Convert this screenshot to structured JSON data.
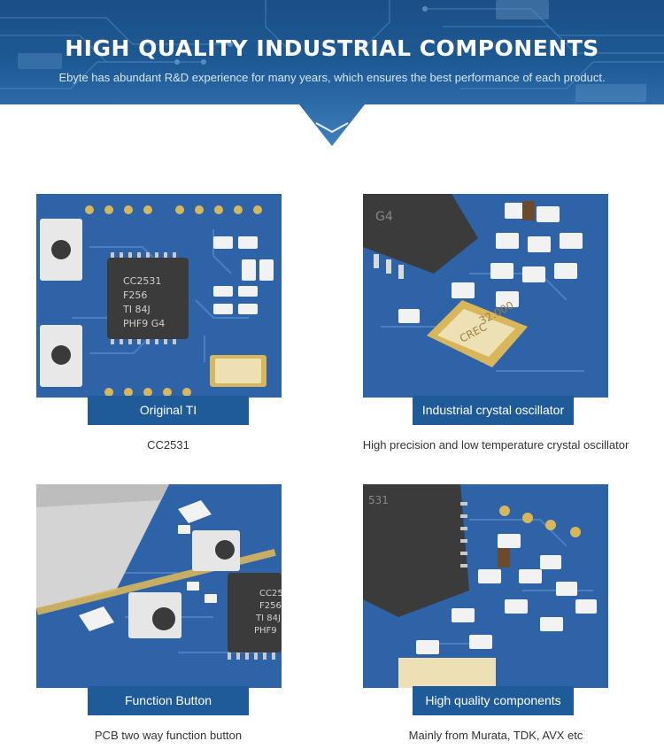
{
  "banner": {
    "title": "HIGH QUALITY INDUSTRIAL COMPONENTS",
    "subtitle": "Ebyte has abundant R&D experience for many years, which ensures the best performance of each product."
  },
  "cards": [
    {
      "label": "Original TI",
      "caption": "CC2531",
      "chip_text": [
        "CC2531",
        "F256",
        "TI  84J",
        "PHF9  G4"
      ]
    },
    {
      "label": "Industrial crystal oscillator",
      "caption": "High precision and low temperature crystal oscillator",
      "chip_text": [
        "CREC",
        "32.000"
      ]
    },
    {
      "label": "Function Button",
      "caption": "PCB two way function button",
      "chip_text": [
        "CC25",
        "F256",
        "TI  84J",
        "PHF9"
      ]
    },
    {
      "label": "High quality components",
      "caption": "Mainly from Murata, TDK, AVX etc",
      "chip_text": [
        "531"
      ]
    }
  ],
  "colors": {
    "banner": "#1e5a96",
    "label_bg": "#1f5a99",
    "pcb": "#2f63a8",
    "pad_gold": "#d8b65a",
    "chip": "#3b3b3b"
  }
}
